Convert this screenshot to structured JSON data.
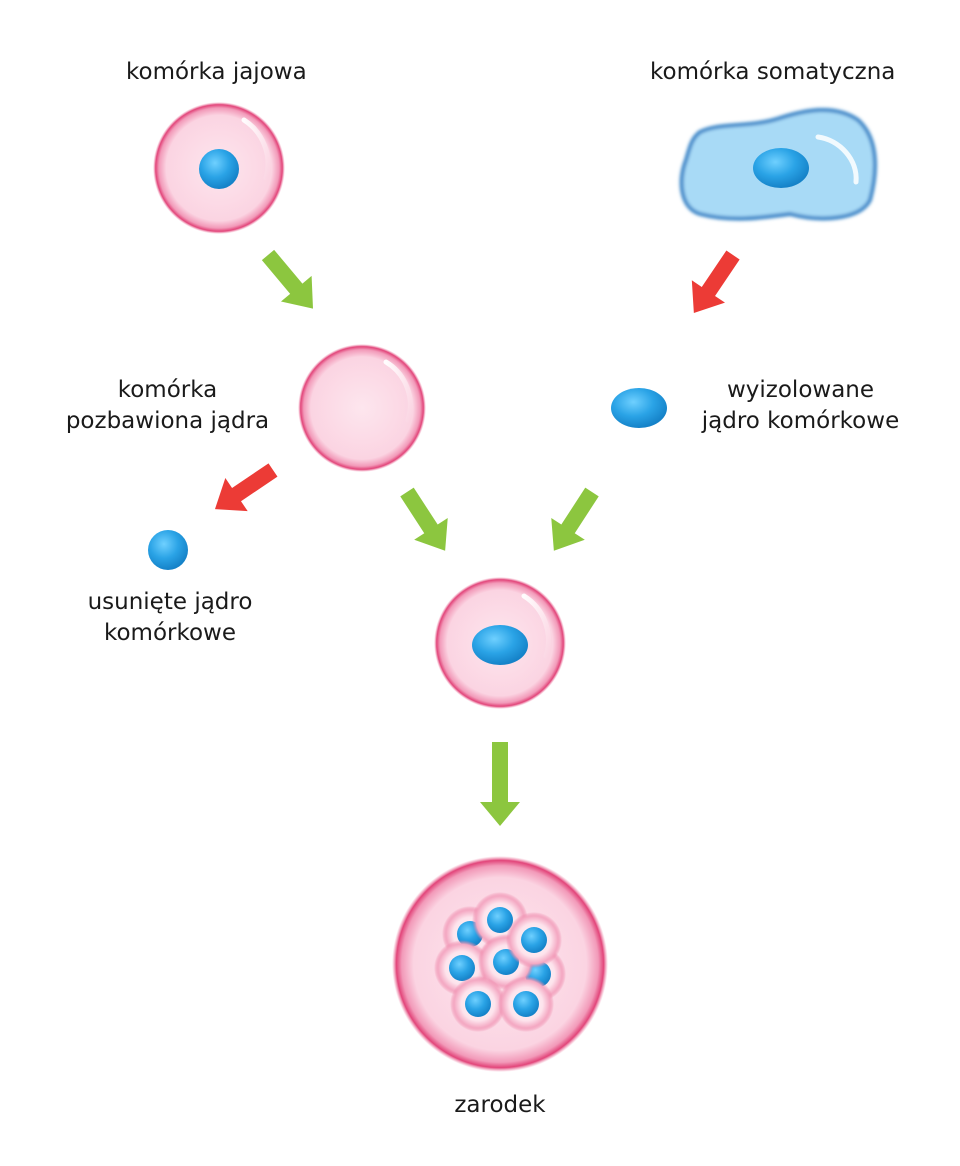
{
  "labels": {
    "egg_cell": "komórka jajowa",
    "somatic_cell": "komórka somatyczna",
    "enucleated_cell": [
      "komórka",
      "pozbawiona jądra"
    ],
    "isolated_nucleus": [
      "wyizolowane",
      "jądro komórkowe"
    ],
    "removed_nucleus": [
      "usunięte jądro",
      "komórkowe"
    ],
    "embryo": "zarodek"
  },
  "colors": {
    "membrane": "#e2457a",
    "cytoplasm": "#fbdbe7",
    "nucleus": "#1e9bdc",
    "somatic_fill": "#a8daf6",
    "somatic_edge": "#3a86c8",
    "arrow_green": "#8cc63f",
    "arrow_red": "#ec3b36"
  }
}
